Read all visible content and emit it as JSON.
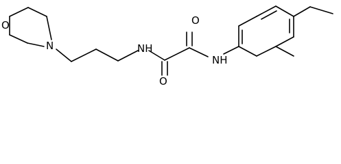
{
  "molecule": {
    "atoms": {
      "morpholine_oxygen": "O",
      "morpholine_nitrogen": "N",
      "amide_nitrogen_left": "NH",
      "amide_nitrogen_right": "NH",
      "carbonyl_oxygen_top": "O",
      "carbonyl_oxygen_bottom": "O"
    }
  }
}
